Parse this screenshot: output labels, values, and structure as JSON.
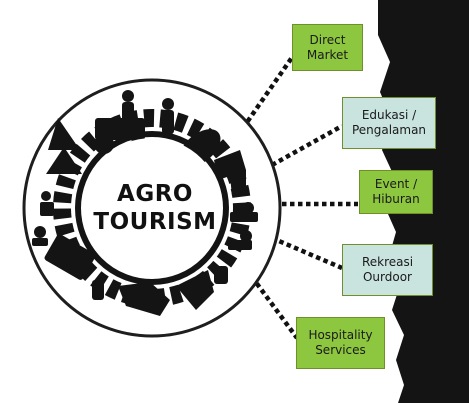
{
  "center": {
    "line1": "AGRO",
    "line2": "TOURISM"
  },
  "boxes": [
    {
      "label": "Direct\nMarket",
      "fill": "#8dc63f"
    },
    {
      "label": "Edukasi /\nPengalaman",
      "fill": "#c9e4df"
    },
    {
      "label": "Event /\nHiburan",
      "fill": "#8dc63f"
    },
    {
      "label": "Rekreasi\nOurdoor",
      "fill": "#c9e4df"
    },
    {
      "label": "Hospitality\nServices",
      "fill": "#8dc63f"
    }
  ],
  "colors": {
    "dark": "#141414",
    "ring": "#1e1e1e",
    "connector": "#111111"
  }
}
